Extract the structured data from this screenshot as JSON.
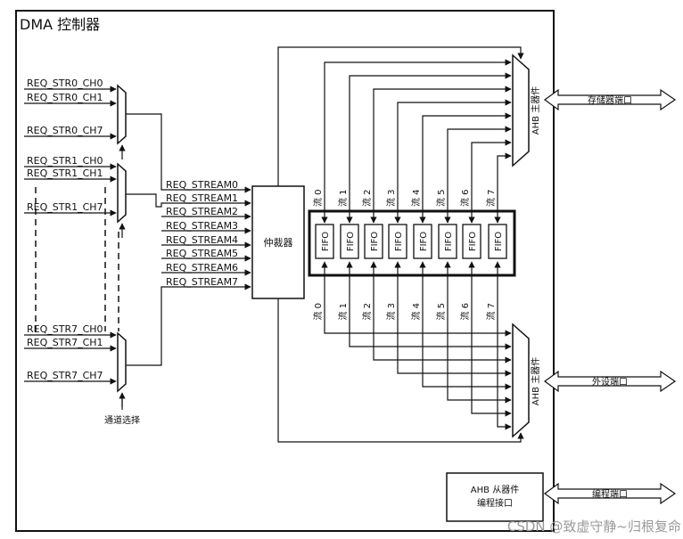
{
  "title": "DMA 控制器",
  "mux_inputs": [
    [
      "REQ_STR0_CH0",
      "REQ_STR0_CH1",
      "REQ_STR0_CH7"
    ],
    [
      "REQ_STR1_CH0",
      "REQ_STR1_CH1",
      "REQ_STR1_CH7"
    ],
    [
      "REQ_STR7_CH0",
      "REQ_STR7_CH1",
      "REQ_STR7_CH7"
    ]
  ],
  "stream_labels": [
    "REQ_STREAM0",
    "REQ_STREAM1",
    "REQ_STREAM2",
    "REQ_STREAM3",
    "REQ_STREAM4",
    "REQ_STREAM5",
    "REQ_STREAM6",
    "REQ_STREAM7"
  ],
  "arbiter_label": "仲裁器",
  "fifo_label": "FIFO",
  "stream_prefix": "流",
  "stream_numbers": [
    "0",
    "1",
    "2",
    "3",
    "4",
    "5",
    "6",
    "7"
  ],
  "channel_select": "通道选择",
  "ahb_master_label": "AHB 主器件",
  "memory_port": "存储器端口",
  "peripheral_port": "外设端口",
  "programming_port": "编程端口",
  "ahb_slave_line1": "AHB 从器件",
  "ahb_slave_line2": "编程接口",
  "watermark": "CSDN @致虚守静~归根复命"
}
